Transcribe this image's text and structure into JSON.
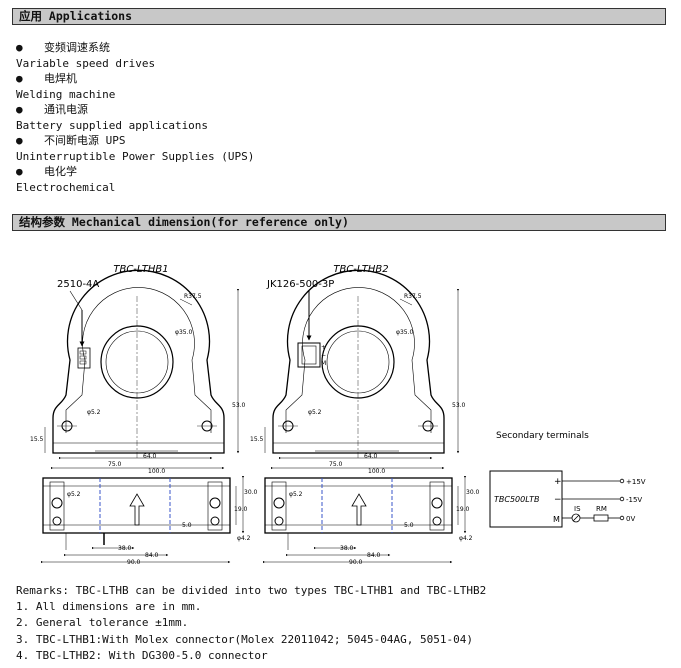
{
  "sections": {
    "applications_header": "应用  Applications",
    "mechanical_header": "结构参数  Mechanical dimension(for reference only)"
  },
  "applications": [
    {
      "zh": "变频调速系统",
      "en": "Variable speed drives"
    },
    {
      "zh": "电焊机",
      "en": "Welding machine"
    },
    {
      "zh": "通讯电源",
      "en": "Battery supplied applications"
    },
    {
      "zh": "不间断电源 UPS",
      "en": "Uninterruptible Power Supplies (UPS)"
    },
    {
      "zh": "电化学",
      "en": "Electrochemical"
    }
  ],
  "bullet": "●",
  "drawing": {
    "model1": "TBC-LTHB1",
    "model2": "TBC-LTHB2",
    "connector1": "2510-4A",
    "connector2": "JK126-500-3P",
    "dim_r375": "R37.5",
    "dim_d350": "φ35.0",
    "dim_d52": "φ5.2",
    "dim_d42": "φ4.2",
    "dim_530": "53.0",
    "dim_155": "15.5",
    "dim_640": "64.0",
    "dim_750": "75.0",
    "dim_1000": "100.0",
    "dim_300": "30.0",
    "dim_190": "19.0",
    "dim_50": "5.0",
    "dim_380": "38.0",
    "dim_840": "84.0",
    "dim_900": "90.0",
    "pin_plus": "+",
    "pin_minus": "−",
    "pin_m": "M",
    "secondary_title": "Secondary terminals",
    "module_label": "TBC500LTB",
    "term_plus": "+",
    "term_minus": "−",
    "term_m": "M",
    "v_pos": "+15V",
    "v_neg": "-15V",
    "v_zero": "0V",
    "is_label": "IS",
    "rm_label": "RM"
  },
  "remarks": [
    "Remarks: TBC-LTHB can be divided into two types TBC-LTHB1 and TBC-LTHB2",
    "1. All dimensions are in mm.",
    "2. General tolerance ±1mm.",
    "3. TBC-LTHB1:With Molex connector(Molex 22011042; 5045-04AG, 5051-04)",
    "4. TBC-LTHB2: With DG300-5.0 connector"
  ]
}
